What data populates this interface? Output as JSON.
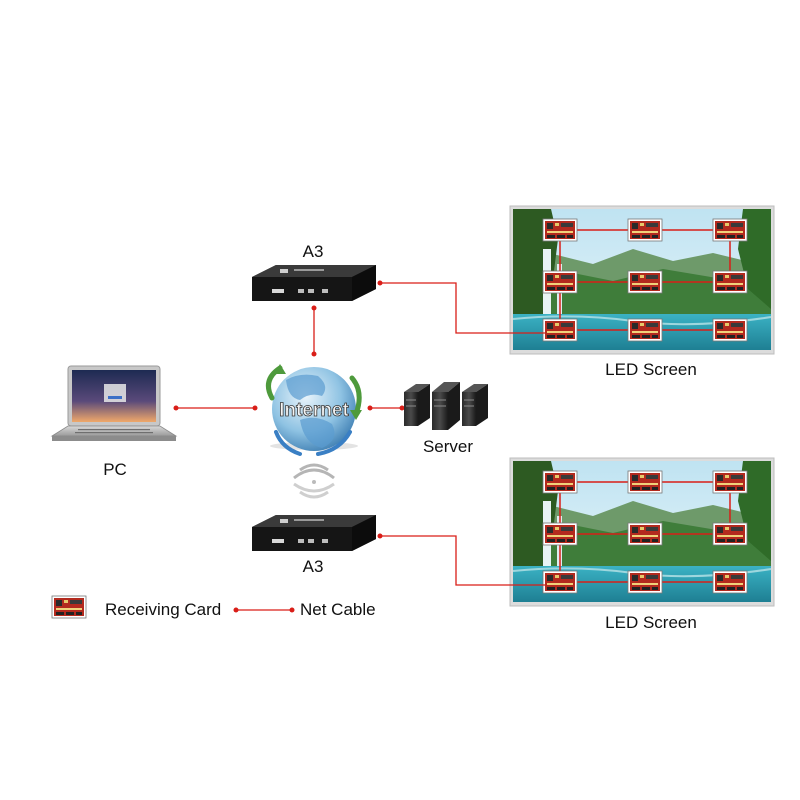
{
  "nodes": {
    "a3_top": "A3",
    "a3_bottom": "A3",
    "internet": "Internet",
    "server": "Server",
    "pc": "PC",
    "screen_top": "LED Screen",
    "screen_bottom": "LED Screen"
  },
  "legend": {
    "receiving_card": "Receiving Card",
    "net_cable": "Net Cable"
  },
  "colors": {
    "cable": "#d91e18",
    "device": "#1c1c1c"
  },
  "icons": [
    "laptop-icon",
    "globe-icon",
    "server-icon",
    "wifi-icon",
    "controller-box-icon",
    "receiving-card-icon",
    "led-screen-landscape"
  ]
}
